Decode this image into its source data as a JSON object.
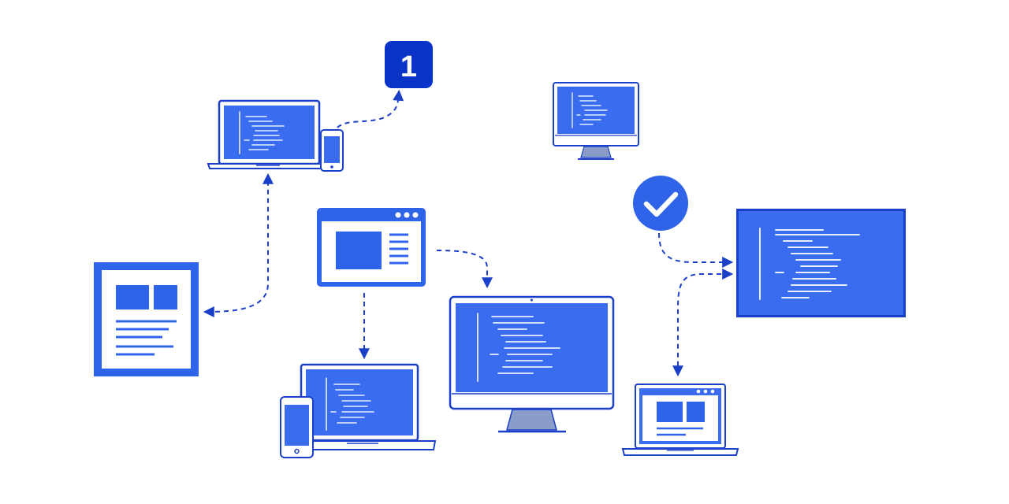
{
  "colors": {
    "accent": "#1a3fc9",
    "screen": "#3a6cf0",
    "screen_dark": "#1f45d0",
    "code_line": "#e8eeff",
    "device_body": "#ffffff",
    "device_outline": "#1a3fc9",
    "stand": "#8a9cc8",
    "badge_fill": "#0a33c8",
    "check_fill": "#2f63e8",
    "background": "#ffffff"
  },
  "badge": {
    "label": "1",
    "icon": "number-badge-icon"
  },
  "check": {
    "icon": "checkmark-icon"
  },
  "nodes": [
    {
      "name": "laptop-with-phone-top-left",
      "icon": "laptop-code-icon"
    },
    {
      "name": "badge-1",
      "icon": "number-badge-icon"
    },
    {
      "name": "document-left",
      "icon": "document-layout-icon"
    },
    {
      "name": "browser-window-center",
      "icon": "browser-window-icon"
    },
    {
      "name": "laptop-with-phone-bottom",
      "icon": "laptop-code-icon"
    },
    {
      "name": "desktop-monitor-center",
      "icon": "monitor-code-icon"
    },
    {
      "name": "monitor-top-right",
      "icon": "monitor-code-icon"
    },
    {
      "name": "check-circle",
      "icon": "checkmark-icon"
    },
    {
      "name": "code-panel-right",
      "icon": "code-panel-icon"
    },
    {
      "name": "laptop-bottom-right",
      "icon": "laptop-layout-icon"
    }
  ]
}
